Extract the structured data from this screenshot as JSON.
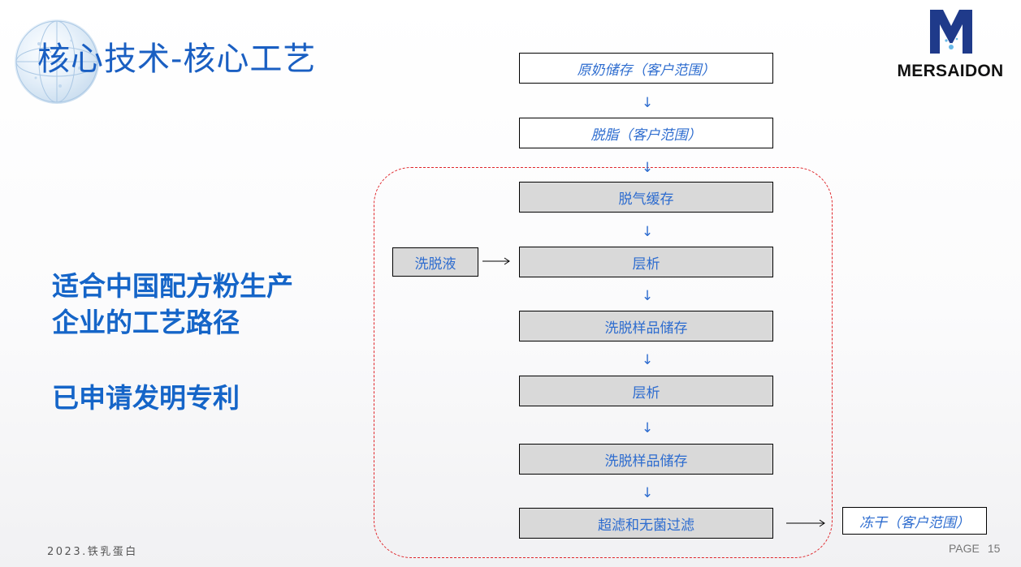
{
  "slide": {
    "title": "核心技术-核心工艺",
    "headline_lines": [
      "适合中国配方粉生产",
      "企业的工艺路径"
    ],
    "patent_text": "已申请发明专利"
  },
  "logo": {
    "text": "MERSAIDON",
    "colors": {
      "navy": "#1f3a8a",
      "light_blue": "#67b8e8"
    }
  },
  "flow": {
    "steps": [
      {
        "label": "原奶储存（客户范围）",
        "style": "italic"
      },
      {
        "label": "脱脂（客户范围）",
        "style": "italic"
      },
      {
        "label": "脱气缓存",
        "style": "grey"
      },
      {
        "label": "层析",
        "style": "grey"
      },
      {
        "label": "洗脱样品储存",
        "style": "grey"
      },
      {
        "label": "层析",
        "style": "grey"
      },
      {
        "label": "洗脱样品储存",
        "style": "grey"
      },
      {
        "label": "超滤和无菌过滤",
        "style": "grey"
      }
    ],
    "arrow_glyph": "↓",
    "side_input": "洗脱液",
    "output": "冻干（客户范围）"
  },
  "footer": {
    "left": "2023.铁乳蛋白",
    "page_label": "PAGE",
    "page_number": "15"
  },
  "colors": {
    "title_blue": "#1a5fc2",
    "box_text_blue": "#2d6ccf",
    "dashed_red": "#e0262b",
    "box_grey": "#d9d9d9"
  }
}
